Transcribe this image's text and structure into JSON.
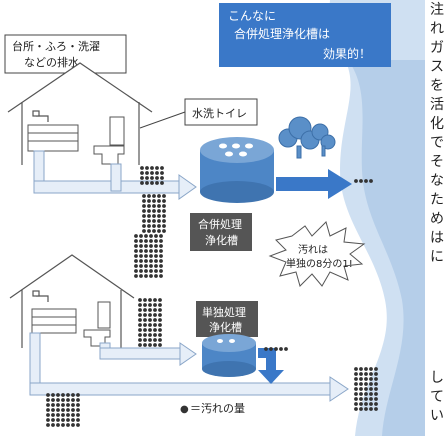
{
  "title_box": {
    "lines": [
      "こんなに",
      "合併処理浄化槽は",
      "効果的！"
    ]
  },
  "wastewater_label": {
    "lines": [
      "台所・ふろ・洗濯",
      "などの排水"
    ]
  },
  "toilet_label": "水洗トイレ",
  "combined_tank_label": {
    "lines": [
      "合併処理",
      "浄化槽"
    ]
  },
  "single_tank_label": {
    "lines": [
      "単独処理",
      "浄化槽"
    ]
  },
  "burst_label": {
    "lines": [
      "汚れは",
      "単独の8分の1!"
    ]
  },
  "legend": {
    "symbol": "●",
    "text": "＝汚れの量"
  },
  "edge_text": {
    "column_top": [
      "注",
      "れ",
      "ガ",
      "ス",
      "を",
      "活",
      "化",
      "で",
      "そ",
      "な",
      "た",
      "め",
      "は",
      "に"
    ],
    "column_bottom": [
      "し",
      "て",
      "い"
    ]
  },
  "colors": {
    "accent_blue": "#3a78c8",
    "river_light": "#cfe0f2",
    "river_mid": "#a9c6e6",
    "tank_top": "#7aa6d6",
    "tank_body": "#4d86c6",
    "label_dark_bg": "#555555",
    "dots": "#333333",
    "line": "#444444"
  },
  "icons": [
    "house-icon",
    "faucet-icon",
    "toilet-icon",
    "septic-tank-icon",
    "tree-icon",
    "arrow-icon",
    "dot-cluster-icon",
    "burst-icon"
  ]
}
